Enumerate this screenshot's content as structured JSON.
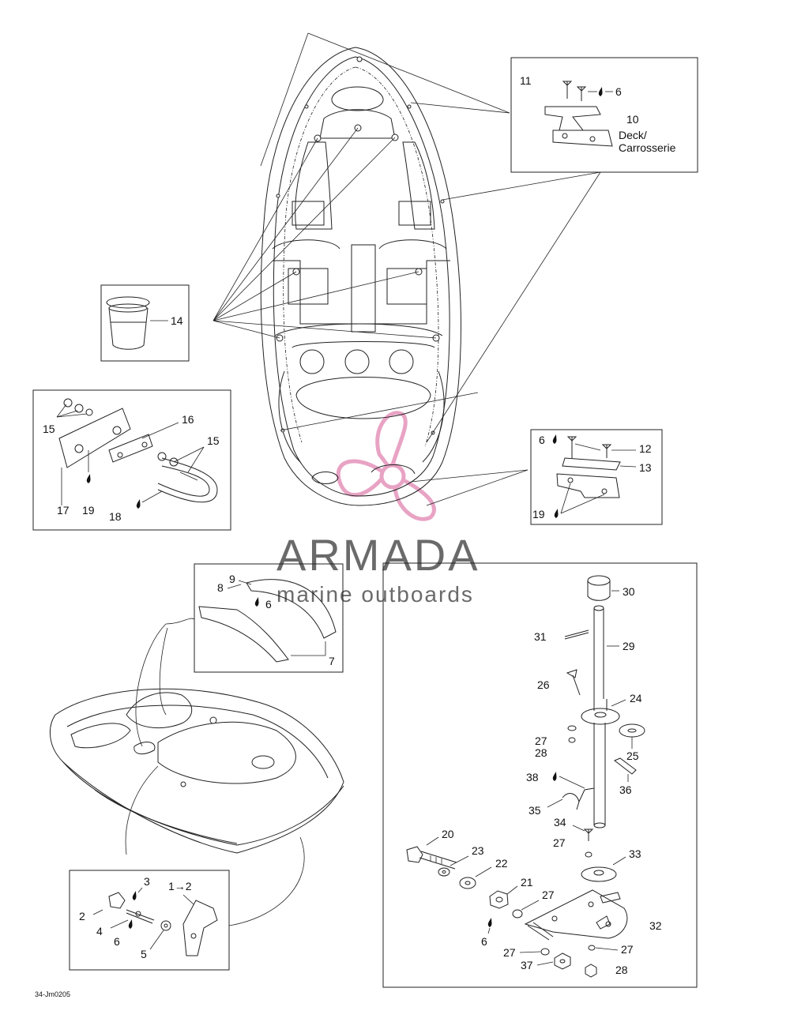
{
  "diagram_code": "34-Jm0205",
  "watermark": {
    "brand": "ARMADA",
    "tagline": "marine outboards",
    "accent_color": "#e8a3c4",
    "text_color": "#5a5a5a"
  },
  "deck_caption": {
    "line1": "Deck/",
    "line2": "Carrosserie"
  },
  "callouts": {
    "c1": "1",
    "c1to2": "1→2",
    "c2": "2",
    "c3": "3",
    "c4": "4",
    "c5": "5",
    "c6": "6",
    "c7": "7",
    "c8": "8",
    "c9": "9",
    "c10": "10",
    "c11": "11",
    "c12": "12",
    "c13": "13",
    "c14": "14",
    "c15": "15",
    "c16": "16",
    "c17": "17",
    "c18": "18",
    "c19": "19",
    "c20": "20",
    "c21": "21",
    "c22": "22",
    "c23": "23",
    "c24": "24",
    "c25": "25",
    "c26": "26",
    "c27": "27",
    "c28": "28",
    "c29": "29",
    "c30": "30",
    "c31": "31",
    "c32": "32",
    "c33": "33",
    "c34": "34",
    "c35": "35",
    "c36": "36",
    "c37": "37",
    "c38": "38"
  }
}
